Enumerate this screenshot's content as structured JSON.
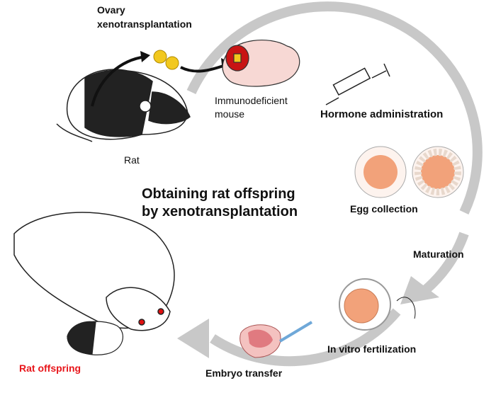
{
  "title": {
    "line1": "Obtaining rat offspring",
    "line2": "by xenotransplantation"
  },
  "labels": {
    "ovary_line1": "Ovary",
    "ovary_line2": "xenotransplantation",
    "mouse_line1": "Immunodeficient",
    "mouse_line2": "mouse",
    "hormone": "Hormone administration",
    "rat": "Rat",
    "egg": "Egg collection",
    "maturation": "Maturation",
    "ivf": "In vitro fertilization",
    "embryo": "Embryo transfer",
    "offspring": "Rat offspring"
  },
  "colors": {
    "cycle_arrow": "#c8c8c8",
    "offspring_label": "#e8161b",
    "ovary": "#f2c81e",
    "graft": "#c81414",
    "egg": "#f2a27a"
  }
}
